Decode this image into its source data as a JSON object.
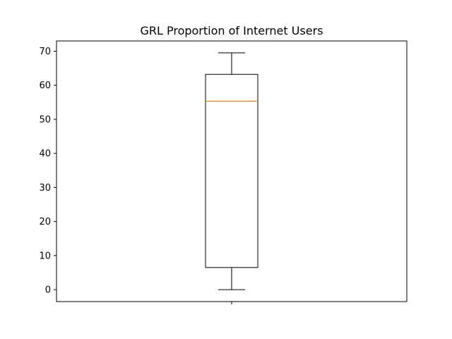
{
  "chart_data": {
    "type": "box",
    "title": "GRL Proportion of Internet Users",
    "xlabel": "",
    "ylabel": "",
    "ylim": [
      -3.5,
      73
    ],
    "yticks": [
      0,
      10,
      20,
      30,
      40,
      50,
      60,
      70
    ],
    "xticks": [
      1
    ],
    "grid": false,
    "legend": "none",
    "boxes": [
      {
        "position": 1,
        "whisker_low": 0,
        "q1": 6.5,
        "median": 55.3,
        "q3": 63.2,
        "whisker_high": 69.5
      }
    ],
    "colors": {
      "box": "#000000",
      "median": "#ff7f0e",
      "axes": "#000000"
    }
  }
}
